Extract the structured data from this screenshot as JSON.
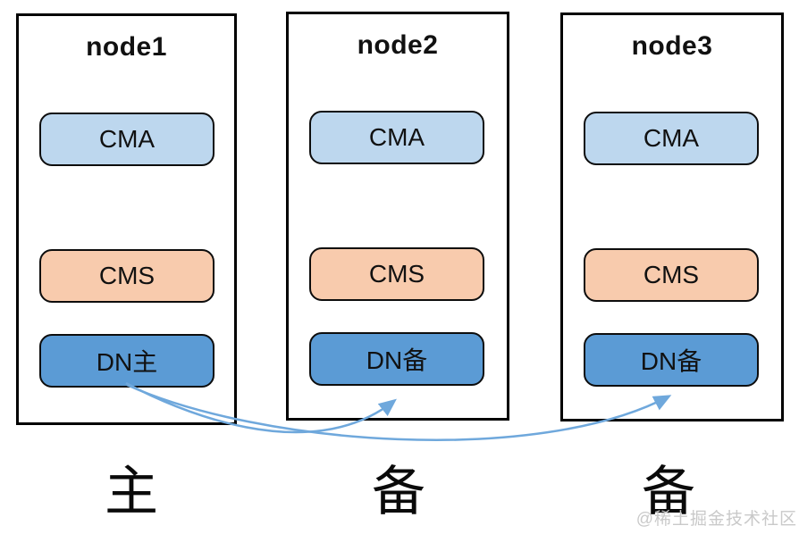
{
  "nodes": [
    {
      "title": "node1",
      "components": [
        {
          "label": "CMA"
        },
        {
          "label": "CMS"
        },
        {
          "label": "DN主"
        }
      ],
      "role_label": "主"
    },
    {
      "title": "node2",
      "components": [
        {
          "label": "CMA"
        },
        {
          "label": "CMS"
        },
        {
          "label": "DN备"
        }
      ],
      "role_label": "备"
    },
    {
      "title": "node3",
      "components": [
        {
          "label": "CMA"
        },
        {
          "label": "CMS"
        },
        {
          "label": "DN备"
        }
      ],
      "role_label": "备"
    }
  ],
  "connections": [
    {
      "from": "node1 DN主",
      "to": "node2 DN备"
    },
    {
      "from": "node1 DN主",
      "to": "node3 DN备"
    }
  ],
  "colors": {
    "cma_fill": "#BDD7EE",
    "cms_fill": "#F8CBAD",
    "dn_fill": "#5B9BD5",
    "arrow": "#6FA8DC",
    "node_border": "#000000"
  },
  "watermark": "@稀土掘金技术社区"
}
